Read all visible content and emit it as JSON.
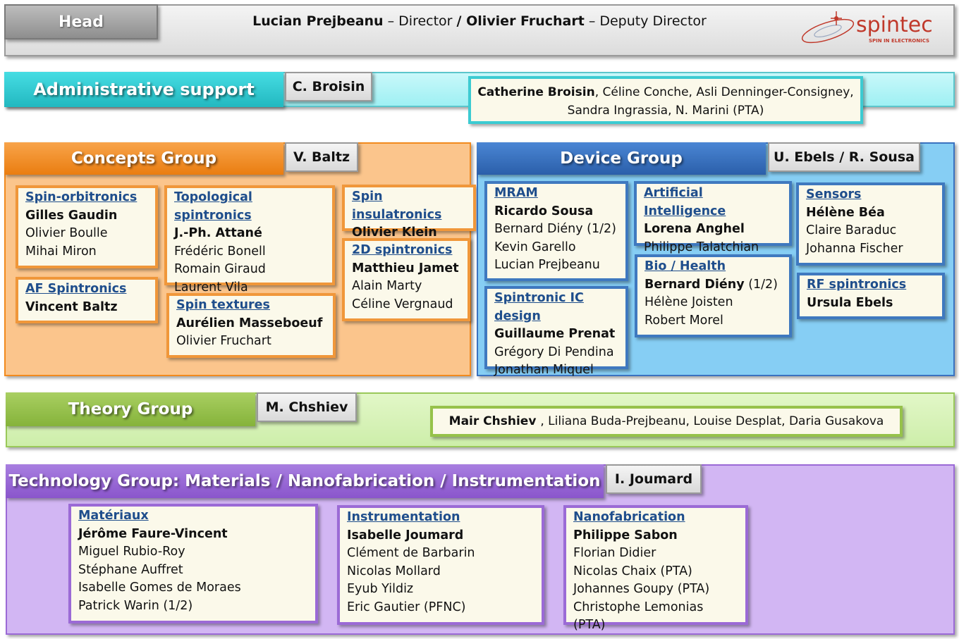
{
  "head": {
    "label": "Head",
    "director_name": "Lucian Prejbeanu",
    "director_role": " – Director ",
    "separator": "/ ",
    "deputy_name": "Olivier Fruchart",
    "deputy_role": " – Deputy Director",
    "logo_text": "spintec",
    "logo_subtext": "SPIN IN ELECTRONICS"
  },
  "admin": {
    "label": "Administrative support",
    "leader": "C. Broisin",
    "lead_member": "Catherine Broisin",
    "members_line1": ", Céline Conche, Asli Denninger-Consigney,",
    "members_line2": "Sandra Ingrassia, N. Marini (PTA)"
  },
  "concepts": {
    "label": "Concepts Group",
    "leader": "V. Baltz",
    "teams": [
      {
        "title": "Spin-orbitronics",
        "lead": "Gilles Gaudin",
        "members": [
          "Olivier Boulle",
          "Mihai Miron"
        ]
      },
      {
        "title": "AF Spintronics",
        "lead": "Vincent Baltz",
        "members": []
      },
      {
        "title": "Topological spintronics",
        "lead": "J.-Ph. Attané",
        "members": [
          "Frédéric Bonell",
          "Romain Giraud",
          "Laurent Vila"
        ]
      },
      {
        "title": "Spin textures",
        "lead": "Aurélien Masseboeuf",
        "members": [
          "Olivier Fruchart"
        ]
      },
      {
        "title": "Spin insulatronics",
        "lead": "Olivier Klein",
        "members": []
      },
      {
        "title": "2D spintronics",
        "lead": "Matthieu Jamet",
        "members": [
          "Alain Marty",
          "Céline Vergnaud"
        ]
      }
    ]
  },
  "device": {
    "label": "Device Group",
    "leader": "U. Ebels / R. Sousa",
    "teams": [
      {
        "title": "MRAM",
        "lead": "Ricardo Sousa",
        "members": [
          "Bernard Diény (1/2)",
          "Kevin Garello",
          "Lucian Prejbeanu"
        ]
      },
      {
        "title": "Spintronic IC design",
        "lead": "Guillaume Prenat",
        "members": [
          "Grégory Di Pendina",
          "Jonathan Miquel"
        ]
      },
      {
        "title": "Artificial Intelligence",
        "lead": "Lorena Anghel",
        "members": [
          "Philippe Talatchian"
        ]
      },
      {
        "title": "Bio / Health",
        "lead": "Bernard Diény",
        "lead_suffix": " (1/2)",
        "members": [
          "Hélène Joisten",
          "Robert Morel"
        ]
      },
      {
        "title": "Sensors",
        "lead": "Hélène Béa",
        "members": [
          "Claire Baraduc",
          "Johanna Fischer"
        ]
      },
      {
        "title": "RF spintronics",
        "lead": "Ursula Ebels",
        "members": []
      }
    ]
  },
  "theory": {
    "label": "Theory Group",
    "leader": "M. Chshiev",
    "lead_member": "Mair Chshiev ",
    "members": ", Liliana Buda-Prejbeanu, Louise Desplat, Daria Gusakova"
  },
  "technology": {
    "label": "Technology Group: Materials / Nanofabrication / Instrumentation",
    "leader": "I. Joumard",
    "teams": [
      {
        "title": "Matériaux",
        "lead": "Jérôme Faure-Vincent",
        "members": [
          "Miguel Rubio-Roy",
          "Stéphane Auffret",
          "Isabelle Gomes de Moraes",
          "Patrick Warin (1/2)"
        ]
      },
      {
        "title": "Instrumentation",
        "lead": "Isabelle Joumard",
        "members": [
          "Clément de Barbarin",
          "Nicolas Mollard",
          "Eyub Yildiz",
          "Eric Gautier (PFNC)"
        ]
      },
      {
        "title": "Nanofabrication",
        "lead": "Philippe Sabon",
        "members": [
          "Florian Didier",
          "Nicolas Chaix (PTA)",
          "Johannes Goupy (PTA)",
          "Christophe Lemonias (PTA)"
        ]
      }
    ]
  },
  "colors": {
    "admin": "#35cfd6",
    "concepts": "#f28a1e",
    "device": "#3a72c0",
    "theory": "#96c24a",
    "technology": "#9b6ad6",
    "title_link": "#1f4e8c"
  }
}
